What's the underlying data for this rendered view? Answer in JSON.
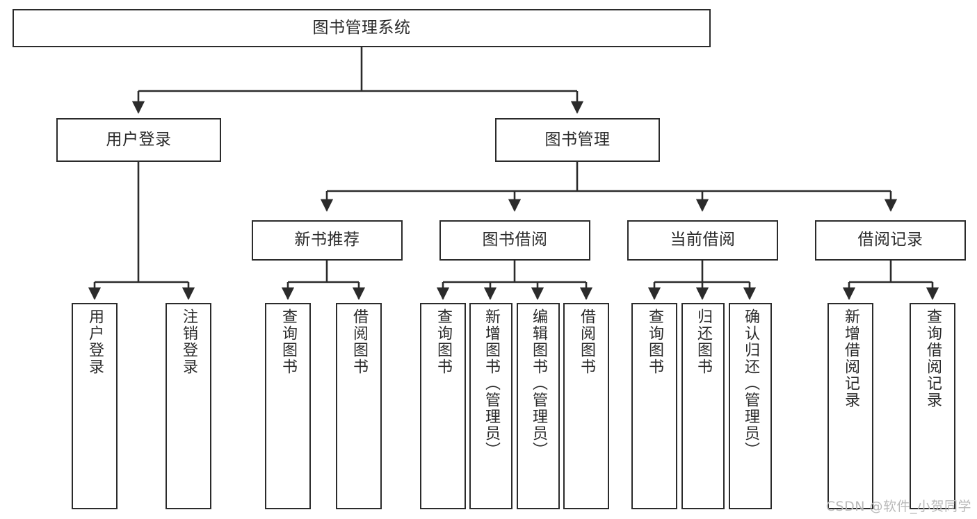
{
  "diagram": {
    "type": "tree-hierarchy-chart",
    "title": "图书管理系统",
    "watermark": "CSDN @软件_小贺同学",
    "colors": {
      "background": "#ffffff",
      "box_border": "#2b2b2b",
      "text": "#2a2a2a",
      "connector": "#2b2b2b",
      "watermark": "#b9b9b9"
    },
    "levels": {
      "root": {
        "label": "图书管理系统"
      },
      "level2": [
        {
          "label": "用户登录"
        },
        {
          "label": "图书管理"
        }
      ],
      "level3": [
        {
          "label": "新书推荐"
        },
        {
          "label": "图书借阅"
        },
        {
          "label": "当前借阅"
        },
        {
          "label": "借阅记录"
        }
      ],
      "leaves": {
        "user_login": [
          {
            "label": "用户登录"
          },
          {
            "label": "注销登录"
          }
        ],
        "new_book_recommend": [
          {
            "label": "查询图书"
          },
          {
            "label": "借阅图书"
          }
        ],
        "book_borrow": [
          {
            "label": "查询图书"
          },
          {
            "label": "新增图书（管理员）"
          },
          {
            "label": "编辑图书（管理员）"
          },
          {
            "label": "借阅图书"
          }
        ],
        "current_borrow": [
          {
            "label": "查询图书"
          },
          {
            "label": "归还图书"
          },
          {
            "label": "确认归还（管理员）"
          }
        ],
        "borrow_record": [
          {
            "label": "新增借阅记录"
          },
          {
            "label": "查询借阅记录"
          }
        ]
      }
    }
  }
}
